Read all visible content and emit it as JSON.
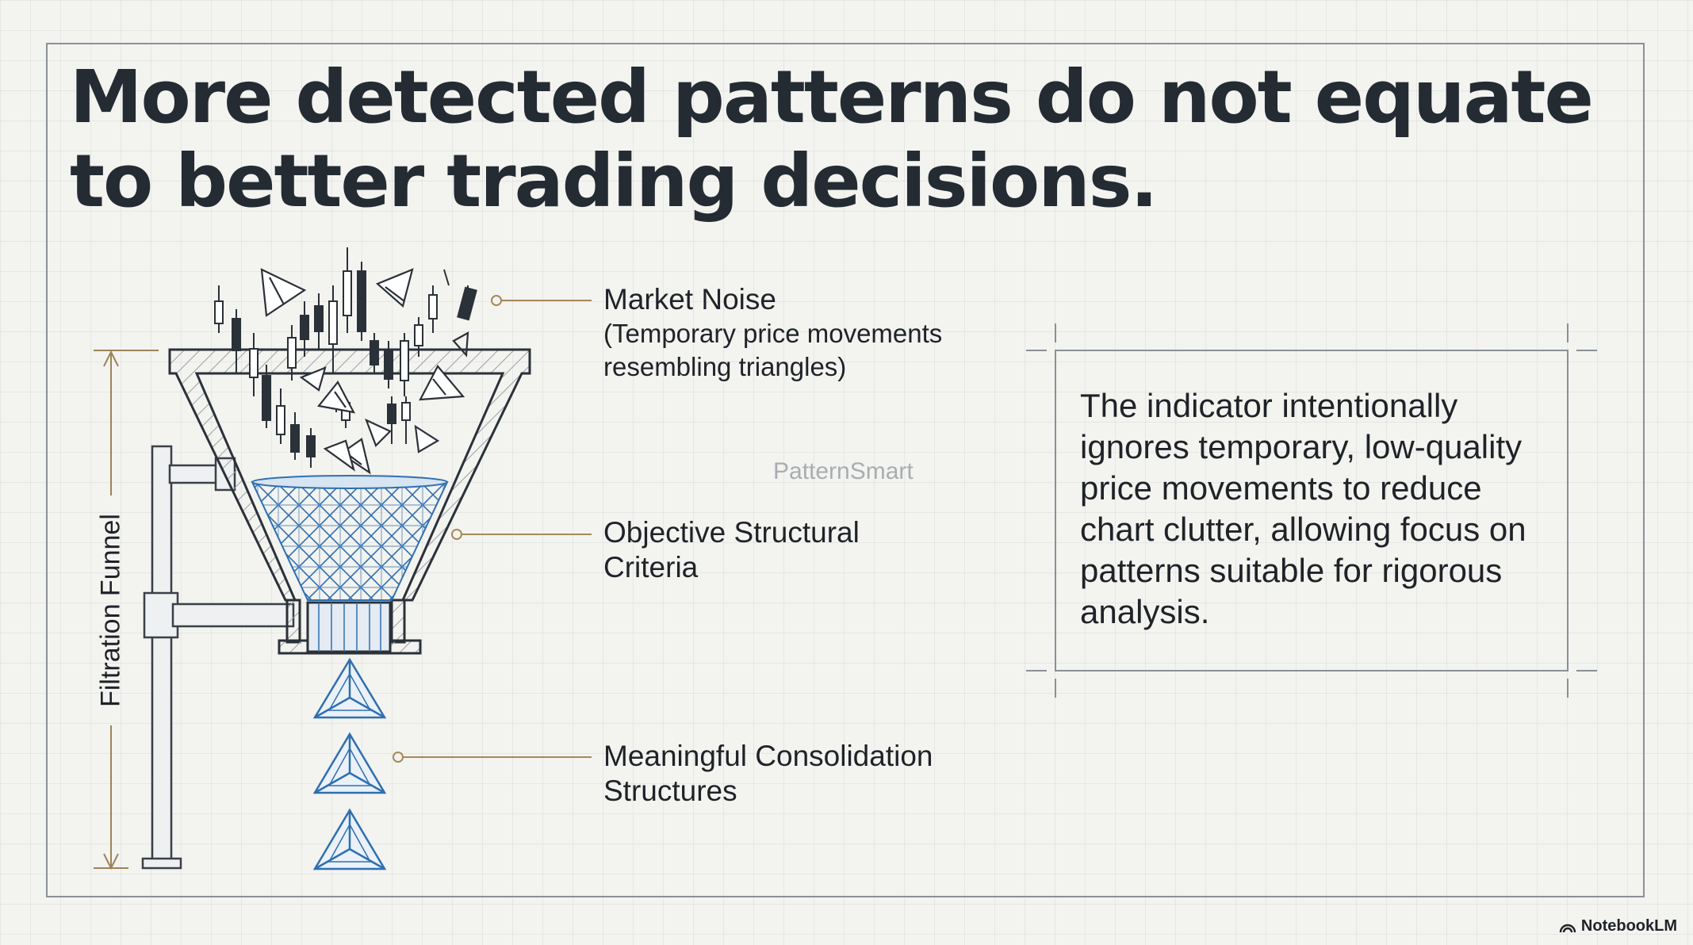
{
  "title": "More detected patterns do not equate to better trading decisions.",
  "funnel": {
    "axis_label": "Filtration Funnel",
    "labels": {
      "noise_title": "Market Noise",
      "noise_sub_1": "(Temporary price movements",
      "noise_sub_2": "resembling triangles)",
      "criteria_1": "Objective Structural",
      "criteria_2": "Criteria",
      "output_1": "Meaningful Consolidation",
      "output_2": "Structures"
    }
  },
  "watermark": "PatternSmart",
  "note": "The indicator intentionally ignores temporary, low-quality price movements to reduce chart clutter, allowing focus on patterns suitable for rigorous analysis.",
  "brand": "NotebookLM",
  "colors": {
    "ink": "#242b33",
    "accent_blue": "#2f6fb0",
    "leader_gold": "#a48a5a"
  }
}
